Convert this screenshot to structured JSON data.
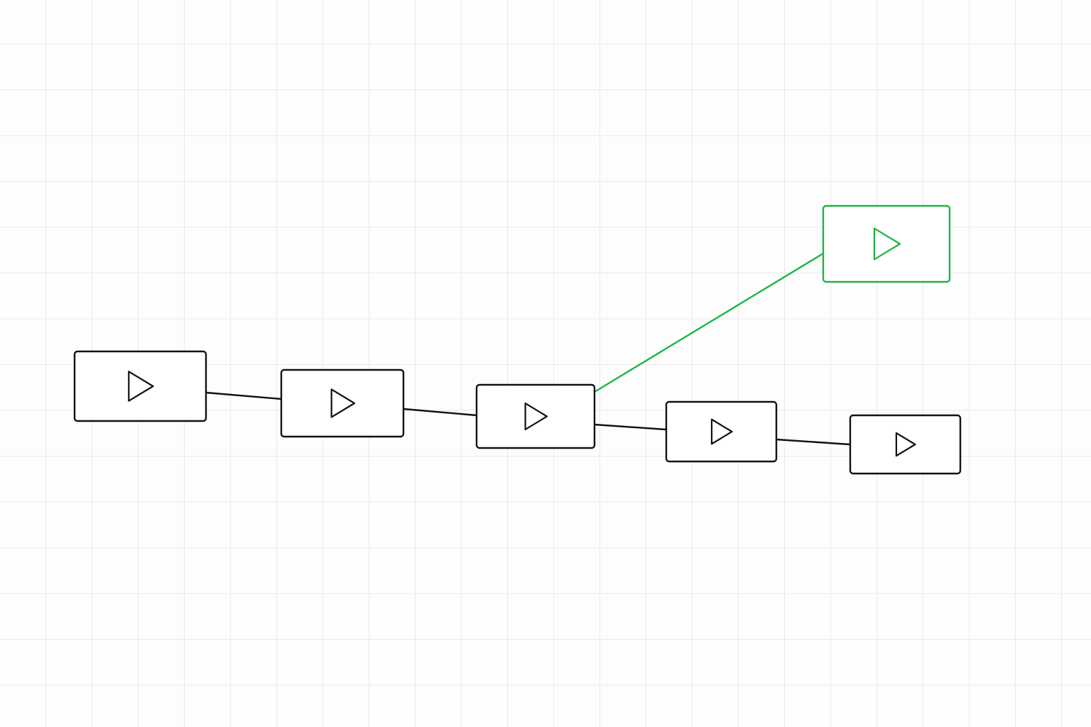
{
  "colors": {
    "canvas_background": "#fdfdfd",
    "grid_line": "#e9e9e9",
    "default_stroke": "#111111",
    "highlight_stroke": "#1db446"
  },
  "nodes": [
    {
      "id": "clip-1",
      "icon": "play-icon",
      "highlighted": false
    },
    {
      "id": "clip-2",
      "icon": "play-icon",
      "highlighted": false
    },
    {
      "id": "clip-3",
      "icon": "play-icon",
      "highlighted": false
    },
    {
      "id": "clip-4",
      "icon": "play-icon",
      "highlighted": false
    },
    {
      "id": "clip-5",
      "icon": "play-icon",
      "highlighted": false
    },
    {
      "id": "clip-branch",
      "icon": "play-icon",
      "highlighted": true
    }
  ],
  "edges": [
    {
      "from": "clip-1",
      "to": "clip-2",
      "highlighted": false
    },
    {
      "from": "clip-2",
      "to": "clip-3",
      "highlighted": false
    },
    {
      "from": "clip-3",
      "to": "clip-4",
      "highlighted": false
    },
    {
      "from": "clip-4",
      "to": "clip-5",
      "highlighted": false
    },
    {
      "from": "clip-3",
      "to": "clip-branch",
      "highlighted": true
    }
  ]
}
